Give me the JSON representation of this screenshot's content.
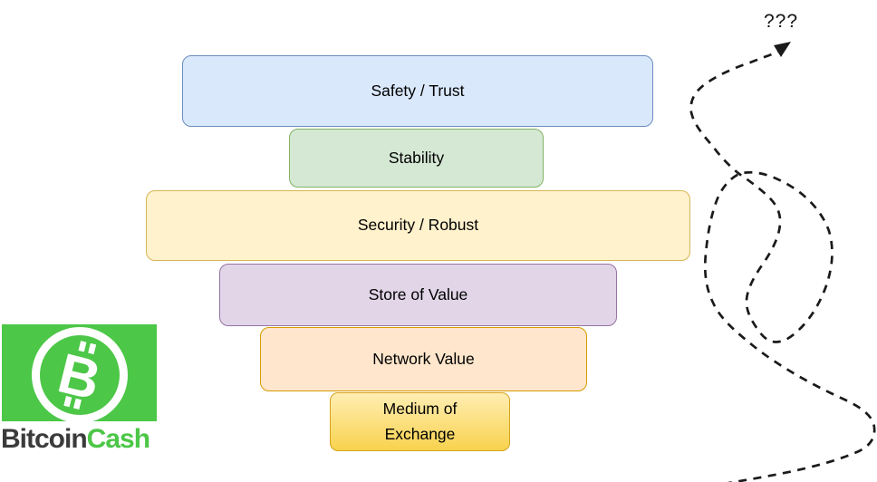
{
  "pyramid": {
    "levels": [
      {
        "id": "safety-trust",
        "label": "Safety / Trust",
        "fill": "#dae8fc",
        "border": "#6c8ebf"
      },
      {
        "id": "stability",
        "label": "Stability",
        "fill": "#d5e8d4",
        "border": "#82b366"
      },
      {
        "id": "security-robust",
        "label": "Security / Robust",
        "fill": "#fff2cc",
        "border": "#d6b656"
      },
      {
        "id": "store-of-value",
        "label": "Store of Value",
        "fill": "#e1d5e7",
        "border": "#9673a6"
      },
      {
        "id": "network-value",
        "label": "Network Value",
        "fill": "#ffe6cc",
        "border": "#d79b00"
      },
      {
        "id": "medium-of-exchange",
        "label": "Medium of Exchange",
        "lines": [
          "Medium of",
          "Exchange"
        ],
        "fill": "#ffeeb3",
        "fill2": "#f8d24e",
        "border": "#d6a31e"
      }
    ],
    "text_color": "#000000"
  },
  "annotation": {
    "question_label": "???",
    "arrow_color": "#1a1a1a"
  },
  "logo": {
    "name_part1": "Bitcoin",
    "name_part2": "Cash",
    "coin_letter": "B",
    "green": "#4cc747",
    "text_dark": "#3b3b3b"
  }
}
